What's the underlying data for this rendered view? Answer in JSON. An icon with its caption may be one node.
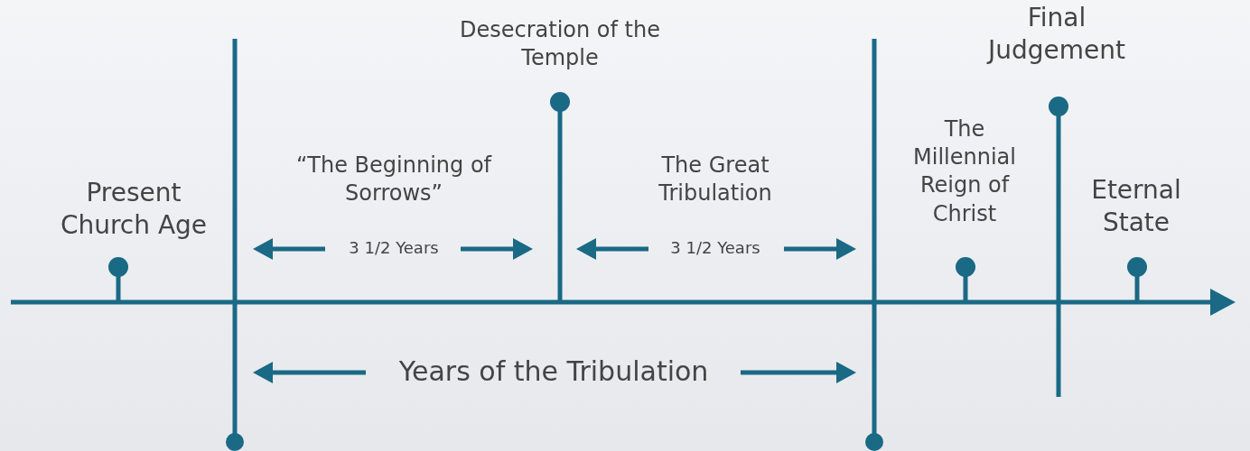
{
  "diagram": {
    "labels": [
      "Present Church Age",
      "“The Beginning of Sorrows”",
      "3 1/2 Years",
      "Desecration of the Temple",
      "The Great Tribulation",
      "3 1/2 Years",
      "Years of the Tribulation",
      "The Millennial Reign of Christ",
      "Final Judgement",
      "Eternal State"
    ]
  }
}
